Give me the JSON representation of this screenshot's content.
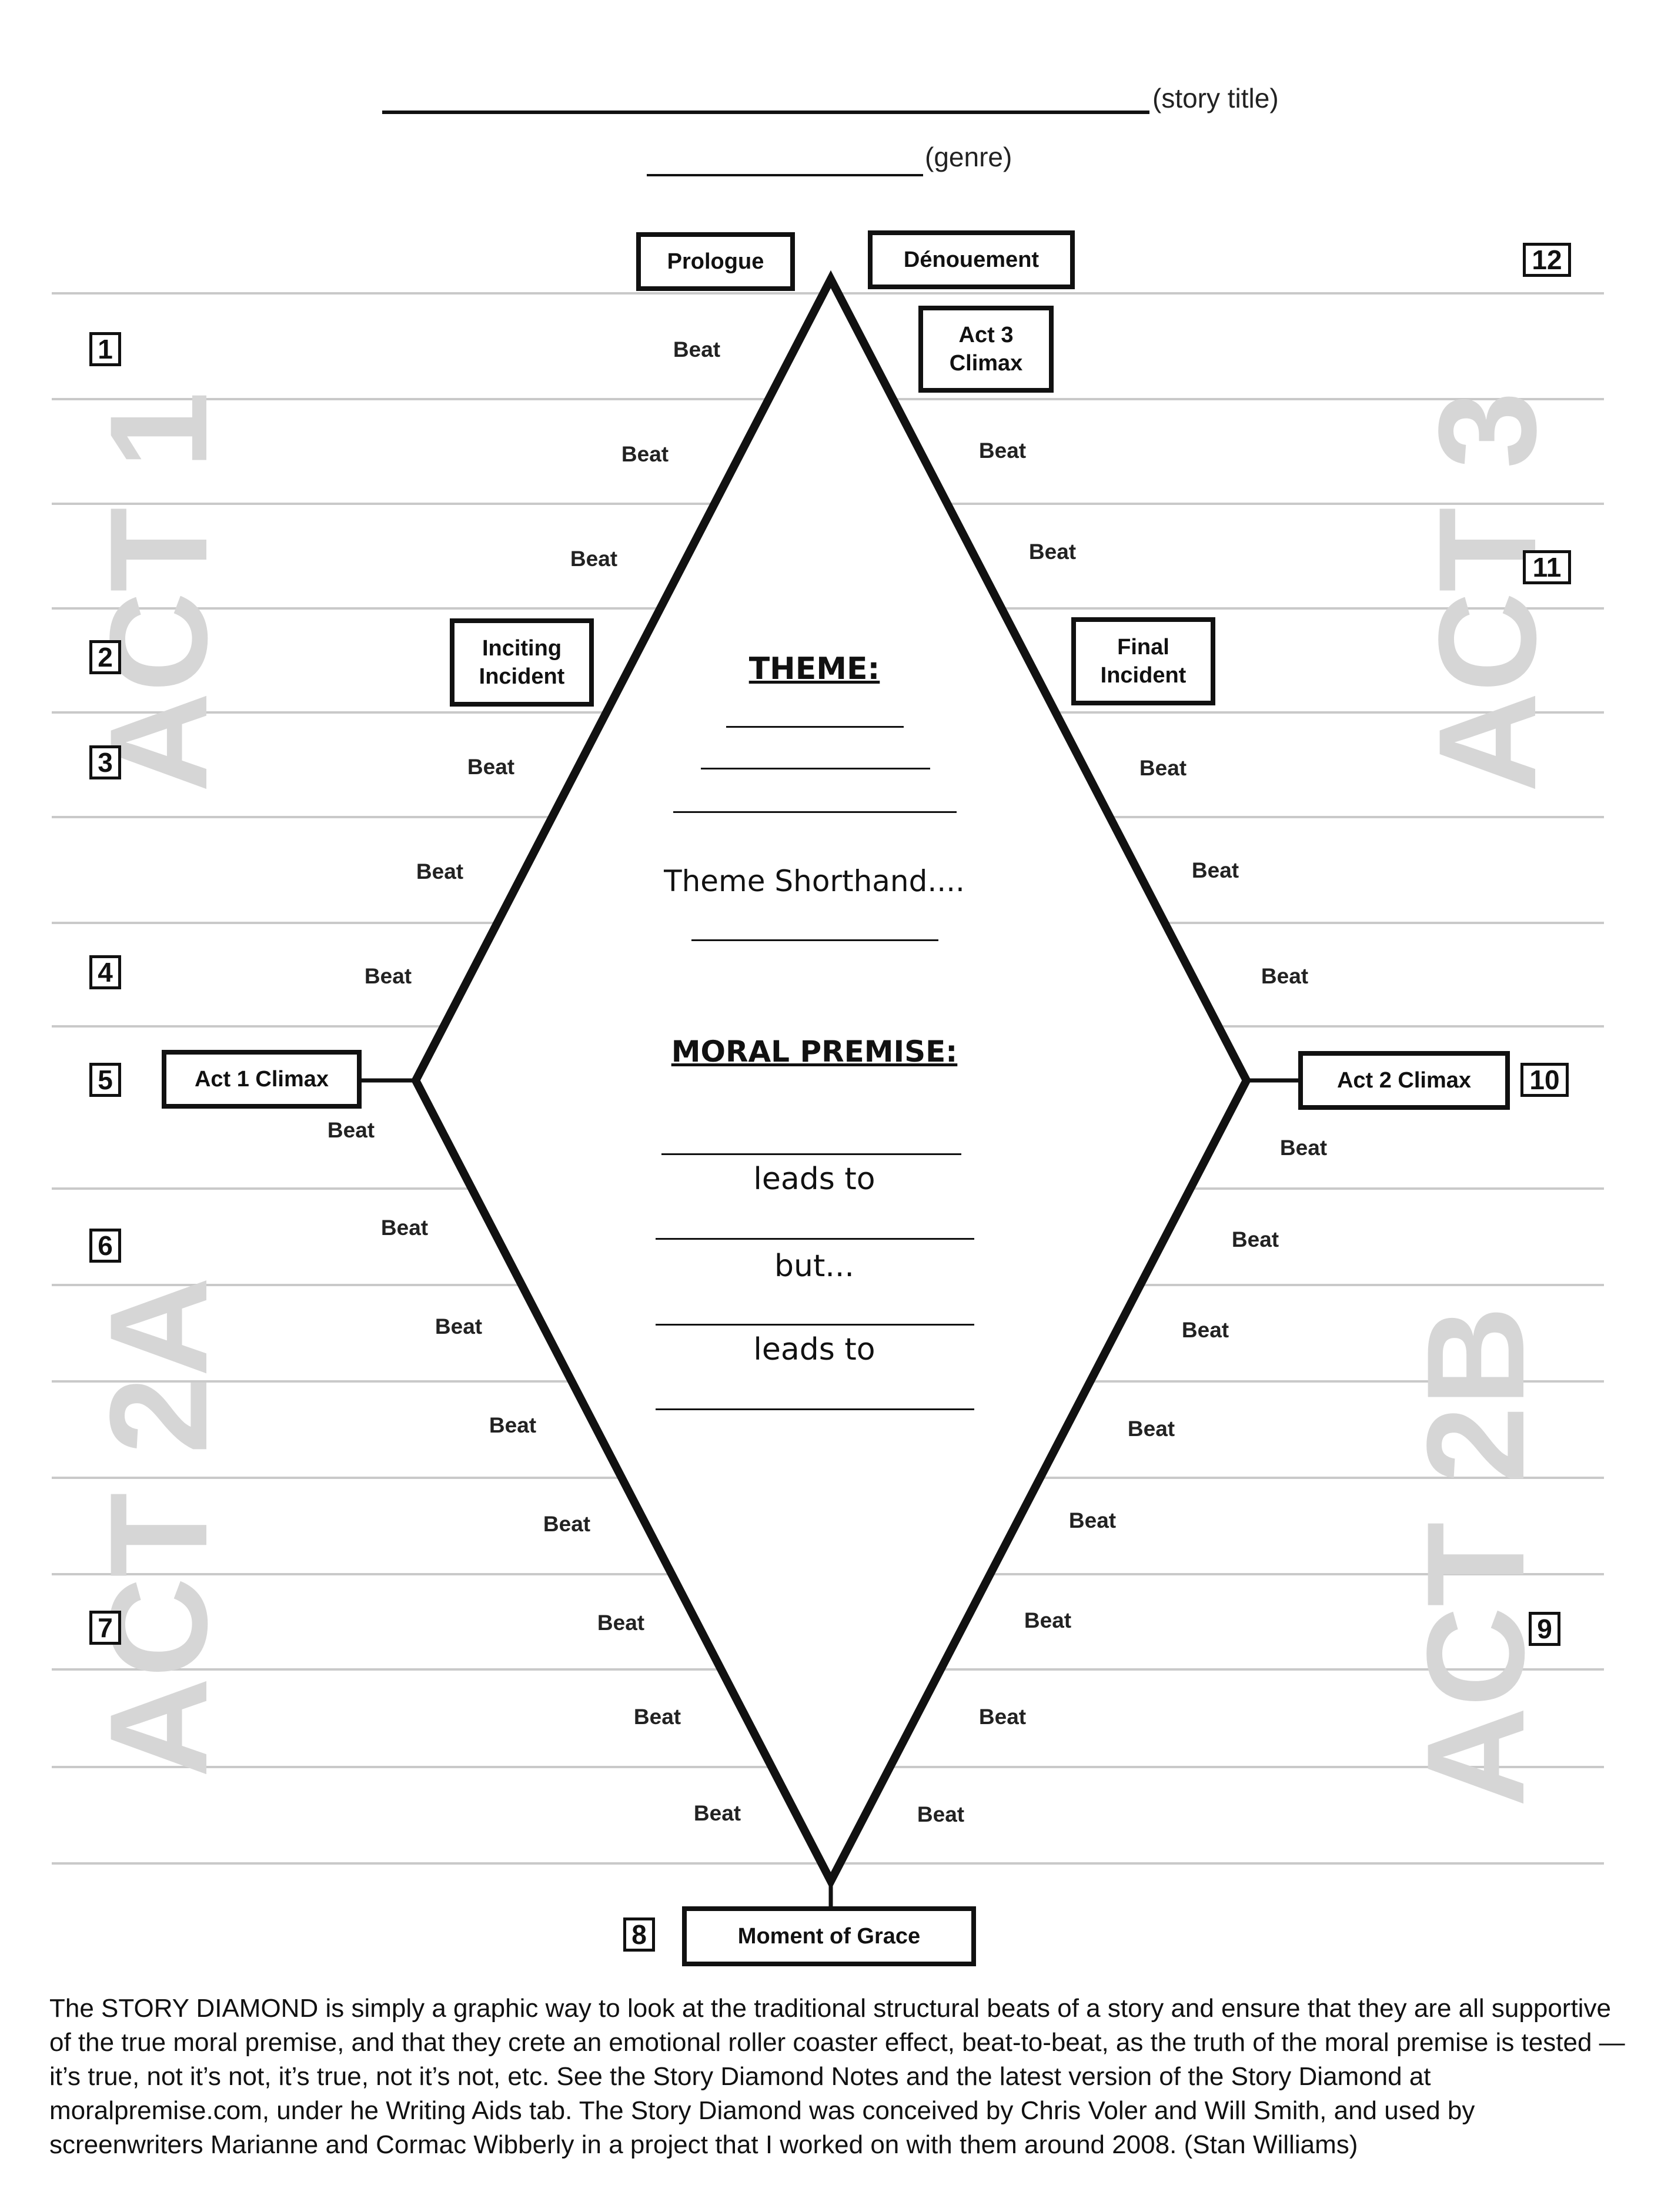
{
  "header": {
    "story_title_label": "(story title)",
    "genre_label": "(genre)"
  },
  "acts": {
    "act1": "ACT 1",
    "act2a": "ACT 2A",
    "act2b": "ACT 2B",
    "act3": "ACT 3"
  },
  "boxes": {
    "prologue": "Prologue",
    "denouement": "Dénouement",
    "act3_climax": "Act 3\nClimax",
    "inciting_incident": "Inciting\nIncident",
    "final_incident": "Final\nIncident",
    "act1_climax": "Act 1 Climax",
    "act2_climax": "Act 2 Climax",
    "moment_of_grace": "Moment of Grace"
  },
  "numbers": {
    "n1": "1",
    "n2": "2",
    "n3": "3",
    "n4": "4",
    "n5": "5",
    "n6": "6",
    "n7": "7",
    "n8": "8",
    "n9": "9",
    "n10": "10",
    "n11": "11",
    "n12": "12"
  },
  "beat_label": "Beat",
  "center": {
    "theme": "THEME:",
    "theme_shorthand": "Theme Shorthand....",
    "moral_premise": "MORAL PREMISE:",
    "leads_to_1": "leads to",
    "but": "but...",
    "leads_to_2": "leads to"
  },
  "footer": "The STORY DIAMOND is simply a graphic way to look at the traditional structural beats of a story and ensure that they are all supportive of the true moral premise, and that they crete an emotional roller coaster effect, beat-to-beat, as the truth of the moral premise is tested — it’s true, not it’s not, it’s true, not it’s not, etc. See the Story Diamond Notes and the latest version of the Story Diamond at moralpremise.com, under he Writing Aids tab. The Story Diamond was conceived by Chris Voler and Will Smith, and used by screenwriters Marianne and Cormac Wibberly in a project that I worked on with them around 2008.  (Stan Williams)"
}
